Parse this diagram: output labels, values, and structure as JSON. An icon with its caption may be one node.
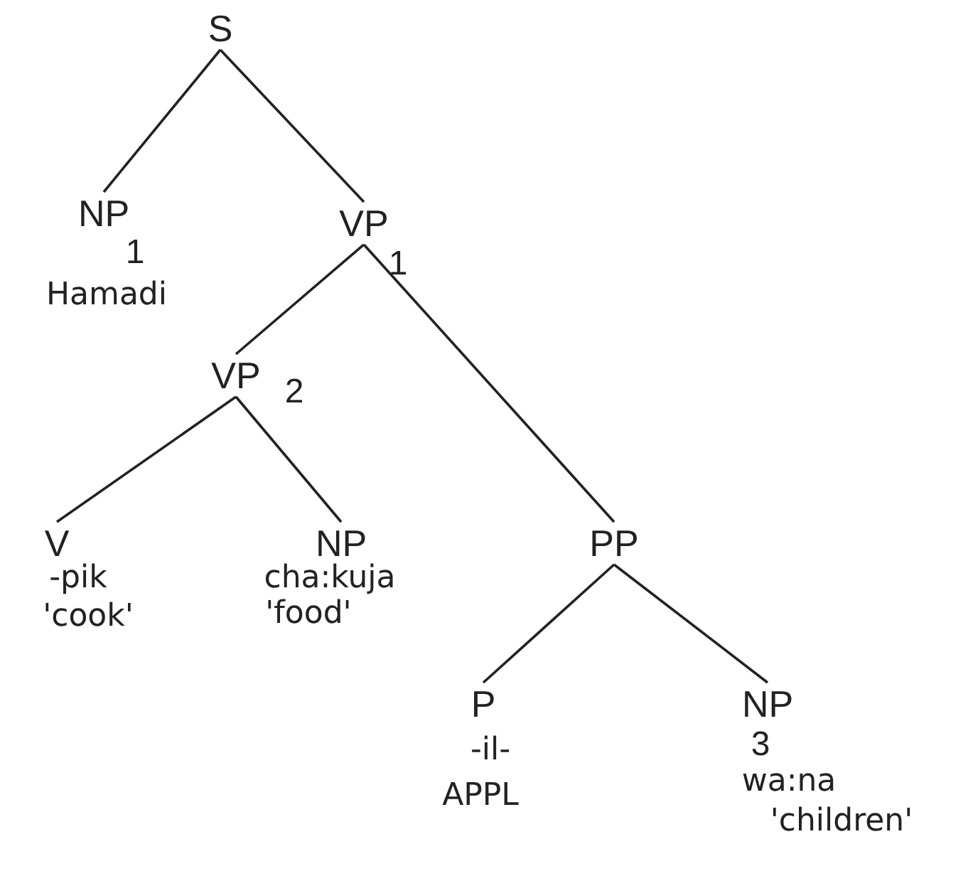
{
  "diagram": {
    "nodes": [
      {
        "text": [
          "S"
        ]
      },
      {
        "text": [
          "NP"
        ],
        "beside": [
          "1",
          "Hamadi"
        ]
      },
      {
        "text": [
          "VP"
        ],
        "beside": [
          "1"
        ]
      },
      {
        "text": [
          "VP"
        ],
        "beside": [
          "2"
        ]
      },
      {
        "text": [
          "V"
        ],
        "beside": [
          "-pik",
          "'cook'"
        ]
      },
      {
        "text": [
          "NP"
        ],
        "beside": [
          "cha:kuja",
          "'food'"
        ]
      },
      {
        "text": [
          "PP"
        ]
      },
      {
        "text": [
          "P"
        ],
        "beside": [
          "-il-",
          "APPL"
        ]
      },
      {
        "text": [
          "NP"
        ],
        "beside": [
          "3",
          "wa:na",
          "'children'"
        ]
      }
    ],
    "edges": [
      {
        "from": 0,
        "to": 1,
        "arrow": "none"
      },
      {
        "from": 0,
        "to": 2,
        "arrow": "none"
      },
      {
        "from": 2,
        "to": 3,
        "arrow": "none"
      },
      {
        "from": 2,
        "to": 6,
        "arrow": "none"
      },
      {
        "from": 3,
        "to": 4,
        "arrow": "none"
      },
      {
        "from": 3,
        "to": 5,
        "arrow": "none"
      },
      {
        "from": 6,
        "to": 7,
        "arrow": "none"
      },
      {
        "from": 6,
        "to": 8,
        "arrow": "none"
      }
    ]
  }
}
